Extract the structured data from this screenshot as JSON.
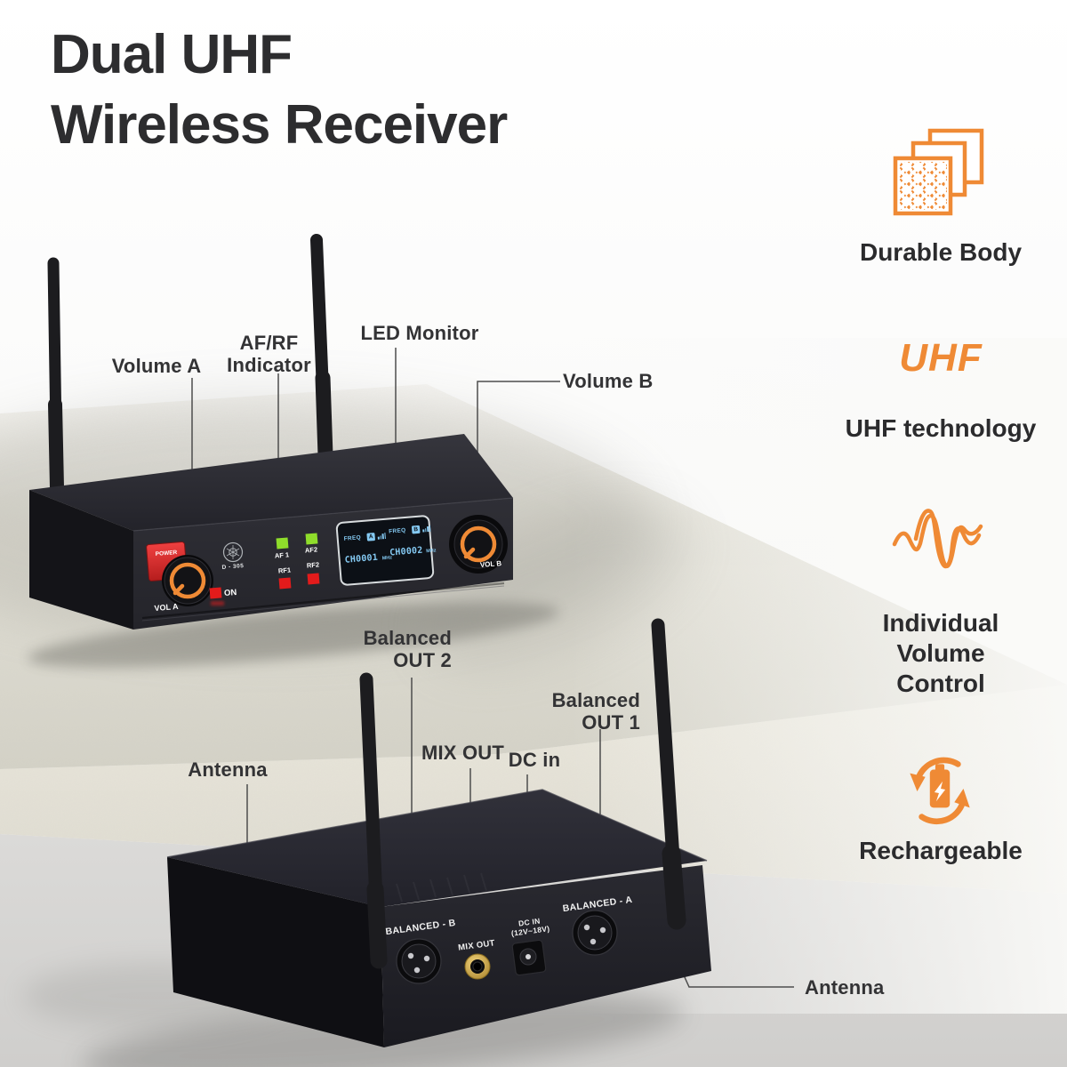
{
  "title": {
    "line1": "Dual UHF",
    "line2": "Wireless Receiver"
  },
  "features": {
    "durable": {
      "icon": "durable-body-icon",
      "label": "Durable Body"
    },
    "uhf": {
      "wordmark": "UHF",
      "label": "UHF technology"
    },
    "individual_volume": {
      "icon": "sound-wave-icon",
      "line1": "Individual",
      "line2": "Volume",
      "line3": "Control"
    },
    "rechargeable": {
      "icon": "rechargeable-battery-icon",
      "label": "Rechargeable"
    }
  },
  "front_receiver": {
    "callouts": {
      "volume_a": "Volume A",
      "af_rf_line1": "AF/RF",
      "af_rf_line2": "Indicator",
      "led_monitor": "LED Monitor",
      "volume_b": "Volume B"
    },
    "panel": {
      "power": "POWER",
      "model": "D - 305",
      "vol_a": "VOL A",
      "on": "ON",
      "af1": "AF 1",
      "af2": "AF2",
      "rf1": "RF1",
      "rf2": "RF2",
      "vol_b": "VOL B",
      "display": {
        "freq_label_a": "FREQ",
        "channel_a_badge": "A",
        "channel_a": "CH0001",
        "unit_a": "MHz",
        "freq_label_b": "FREQ",
        "channel_b_badge": "B",
        "channel_b": "CH0002",
        "unit_b": "MHz"
      }
    }
  },
  "back_receiver": {
    "callouts": {
      "balanced_out2_line1": "Balanced",
      "balanced_out2_line2": "OUT 2",
      "mix_out": "MIX OUT",
      "dc_in": "DC in",
      "balanced_out1_line1": "Balanced",
      "balanced_out1_line2": "OUT 1",
      "antenna_left": "Antenna",
      "antenna_right": "Antenna"
    },
    "panel": {
      "balanced_b": "BALANCED - B",
      "mix_out": "MIX OUT",
      "dc_in_line1": "DC IN",
      "dc_in_line2": "(12V~18V)",
      "balanced_a": "BALANCED - A"
    }
  },
  "colors": {
    "accent": "#EF8A35",
    "led_green": "#8FDD2B",
    "led_red": "#E31B1B",
    "lcd_blue": "#84C9F2"
  }
}
